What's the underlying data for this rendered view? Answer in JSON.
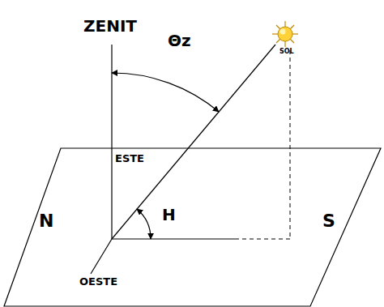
{
  "diagram": {
    "labels": [
      "ZENIT",
      "Θz",
      "SOL",
      "ESTE",
      "H",
      "N",
      "S",
      "OESTE"
    ]
  }
}
